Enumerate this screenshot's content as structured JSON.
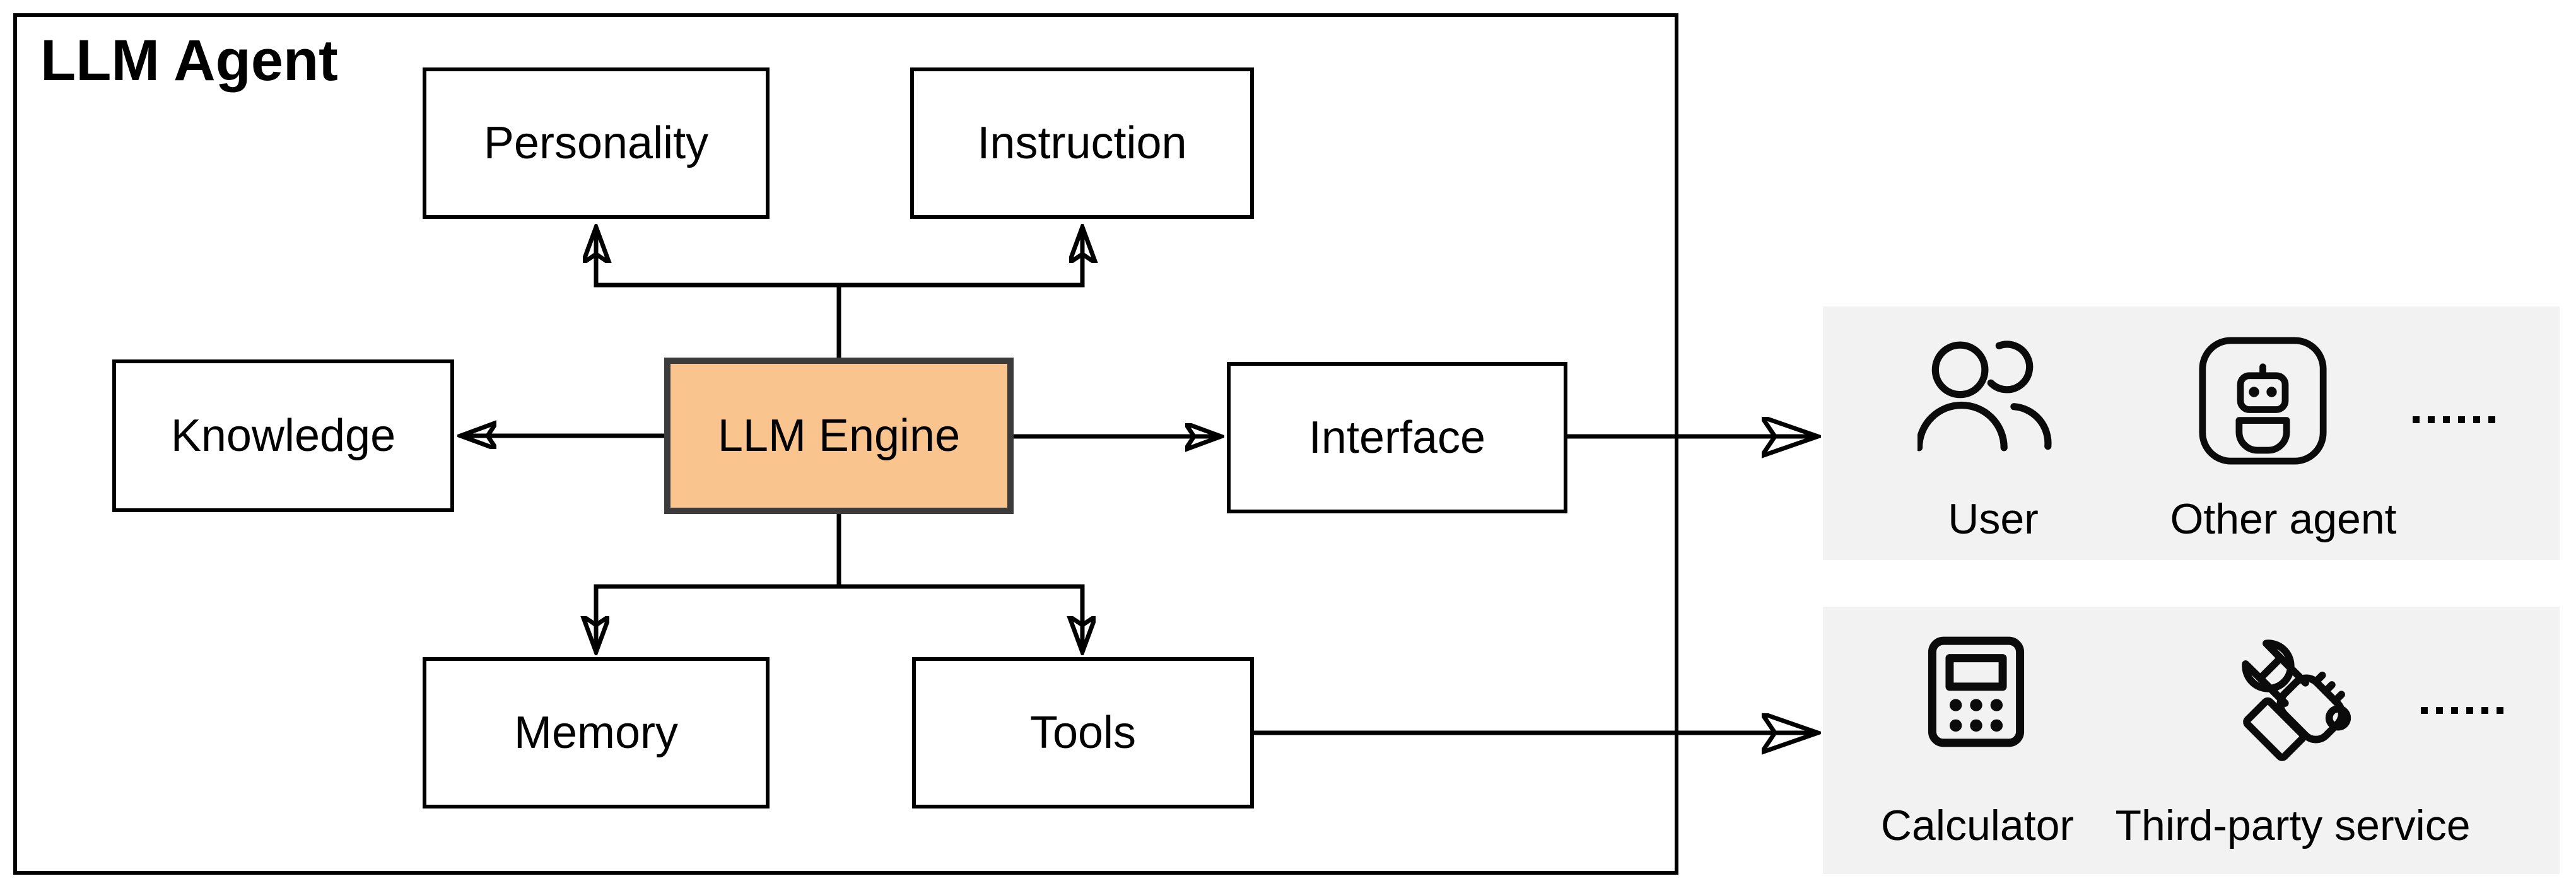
{
  "diagram": {
    "title": "LLM Agent"
  },
  "nodes": {
    "personality": {
      "label": "Personality"
    },
    "instruction": {
      "label": "Instruction"
    },
    "knowledge": {
      "label": "Knowledge"
    },
    "llm_engine": {
      "label": "LLM Engine"
    },
    "interface": {
      "label": "Interface"
    },
    "memory": {
      "label": "Memory"
    },
    "tools": {
      "label": "Tools"
    }
  },
  "external": {
    "interface_panel": {
      "items": [
        {
          "label": "User",
          "icon": "users-icon"
        },
        {
          "label": "Other agent",
          "icon": "robot-agent-icon"
        }
      ],
      "ellipsis": "......"
    },
    "tools_panel": {
      "items": [
        {
          "label": "Calculator",
          "icon": "calculator-icon"
        },
        {
          "label": "Third-party service",
          "icon": "wrench-hand-icon"
        }
      ],
      "ellipsis": "......"
    }
  },
  "colors": {
    "line": "#000000",
    "box_fill": "#ffffff",
    "engine_fill": "#F9C48E",
    "engine_border": "#3B3B3B",
    "panel_bg": "#F2F2F2",
    "text": "#000000"
  }
}
